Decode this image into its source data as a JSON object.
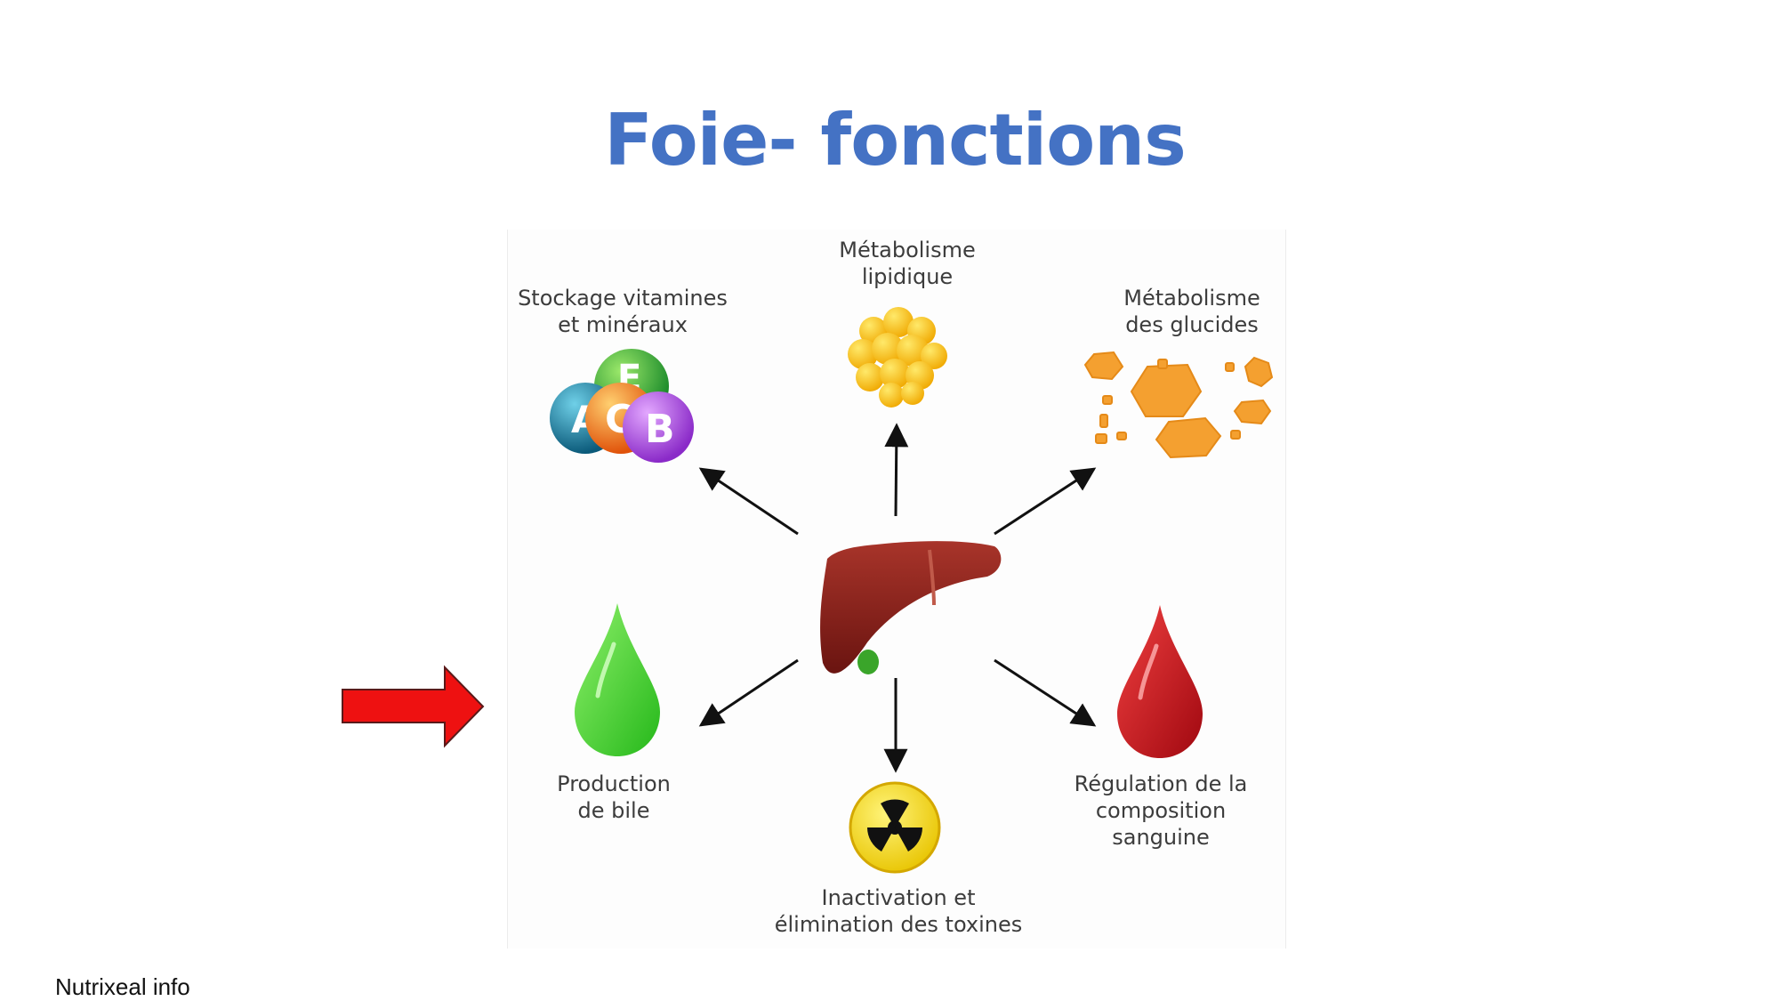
{
  "slide": {
    "title": "Foie- fonctions",
    "footer": "Nutrixeal info"
  },
  "diagram": {
    "center": {
      "icon": "liver-icon"
    },
    "functions": [
      {
        "id": "vitamins",
        "label": "Stockage vitamines\net minéraux",
        "icon": "vitamin-balls-icon",
        "vitamin_letters": [
          "E",
          "A",
          "C",
          "B"
        ]
      },
      {
        "id": "lipid",
        "label": "Métabolisme\nlipidique",
        "icon": "fat-cells-icon"
      },
      {
        "id": "glucose",
        "label": "Métabolisme\ndes glucides",
        "icon": "sugar-crystals-icon"
      },
      {
        "id": "bile",
        "label": "Production\nde bile",
        "icon": "green-drop-icon"
      },
      {
        "id": "toxins",
        "label": "Inactivation et\nélimination des toxines",
        "icon": "radiation-icon"
      },
      {
        "id": "blood",
        "label": "Régulation de la\ncomposition\nsanguine",
        "icon": "blood-drop-icon"
      }
    ],
    "highlight": {
      "icon": "red-arrow-icon",
      "target": "bile",
      "color": "#ee1111"
    }
  },
  "colors": {
    "title": "#4472c4",
    "liver": "#8b1f1a",
    "bile": "#44d82a",
    "blood": "#c8101a",
    "fat": "#f5b800",
    "sugar": "#f4a030"
  }
}
